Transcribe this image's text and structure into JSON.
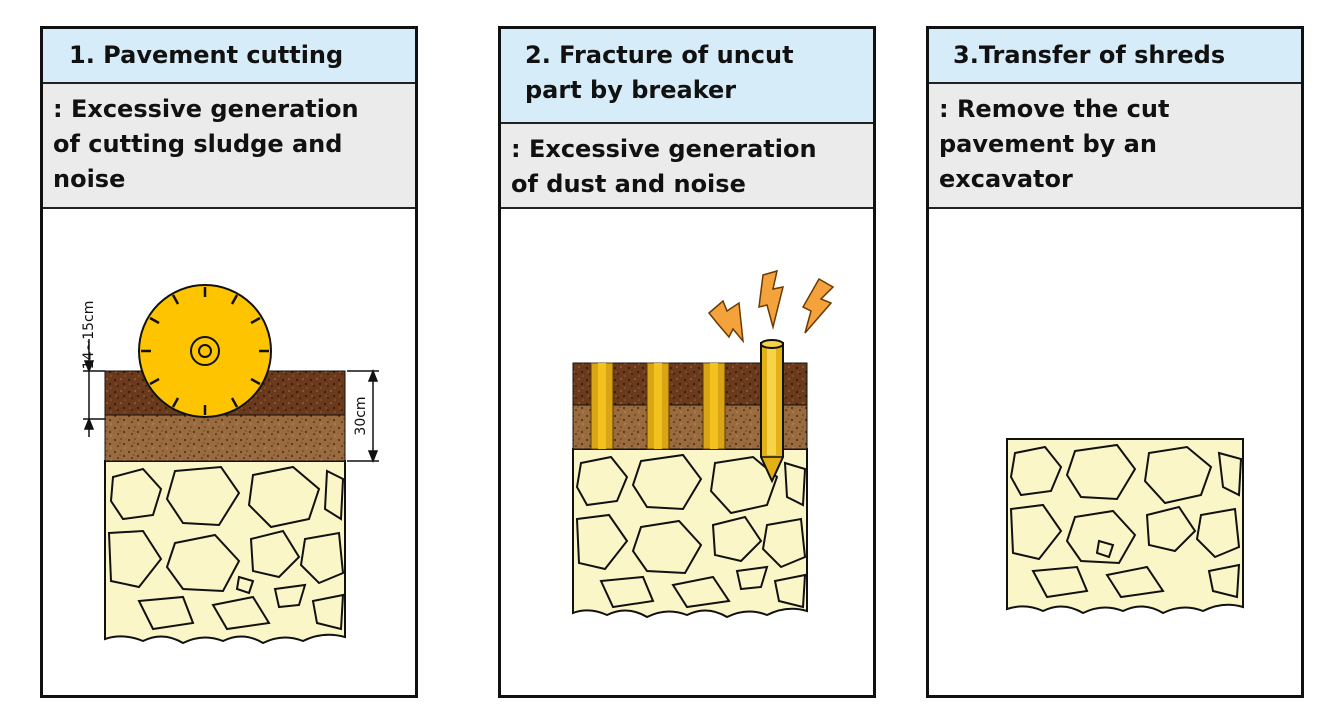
{
  "panels": [
    {
      "title": "1. Pavement cutting",
      "description": ": Excessive generation\n  of cutting sludge and\n  noise",
      "dimensions": {
        "cut_depth": "14~15cm",
        "pavement_depth": "30cm"
      }
    },
    {
      "title": "2. Fracture of uncut\n   part by breaker",
      "description": ": Excessive generation\n  of dust and noise"
    },
    {
      "title": "3.Transfer of shreds",
      "description": ": Remove the cut\n  pavement by an\n  excavator"
    }
  ],
  "colors": {
    "title_bg": "#d6ecf8",
    "description_bg": "#ebebeb",
    "pavement_dark": "#6b3a1c",
    "pavement_light": "#9a6b3e",
    "soil_fill": "#fbf6c8",
    "blade_fill": "#ffc400",
    "spark_fill": "#f4a23c"
  },
  "icons": [
    "cutting-blade-icon",
    "breaker-chisel-icon",
    "spark-icon"
  ]
}
